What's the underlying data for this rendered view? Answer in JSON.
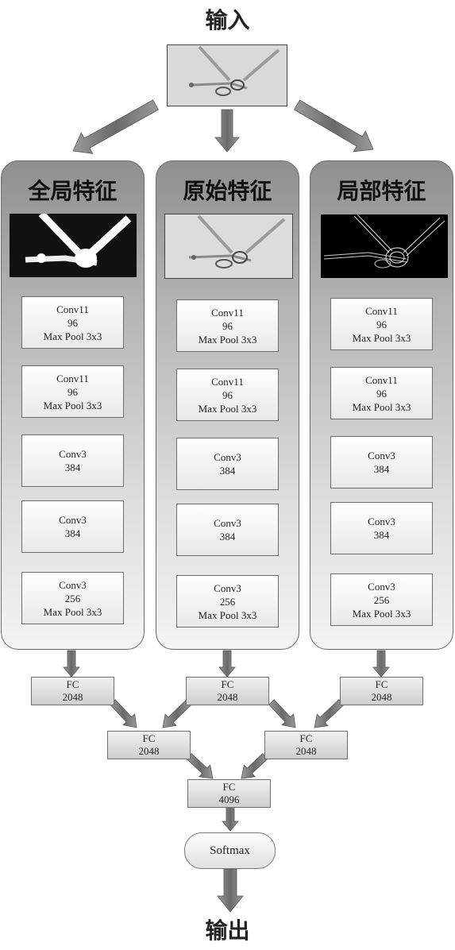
{
  "input_label": "输入",
  "output_label": "输出",
  "branches": [
    {
      "title": "全局特征",
      "image_style": "binary-thick",
      "layers": [
        [
          "Conv11",
          "96",
          "Max Pool 3x3"
        ],
        [
          "Conv11",
          "96",
          "Max Pool 3x3"
        ],
        [
          "Conv3",
          "384"
        ],
        [
          "Conv3",
          "384"
        ],
        [
          "Conv3",
          "256",
          "Max Pool 3x3"
        ]
      ],
      "fc": [
        "FC",
        "2048"
      ]
    },
    {
      "title": "原始特征",
      "image_style": "grayscale",
      "layers": [
        [
          "Conv11",
          "96",
          "Max Pool 3x3"
        ],
        [
          "Conv11",
          "96",
          "Max Pool 3x3"
        ],
        [
          "Conv3",
          "384"
        ],
        [
          "Conv3",
          "384"
        ],
        [
          "Conv3",
          "256",
          "Max Pool 3x3"
        ]
      ],
      "fc": [
        "FC",
        "2048"
      ]
    },
    {
      "title": "局部特征",
      "image_style": "edges",
      "layers": [
        [
          "Conv11",
          "96",
          "Max Pool 3x3"
        ],
        [
          "Conv11",
          "96",
          "Max Pool 3x3"
        ],
        [
          "Conv3",
          "384"
        ],
        [
          "Conv3",
          "384"
        ],
        [
          "Conv3",
          "256",
          "Max Pool 3x3"
        ]
      ],
      "fc": [
        "FC",
        "2048"
      ]
    }
  ],
  "merge_fc": [
    [
      "FC",
      "2048"
    ],
    [
      "FC",
      "2048"
    ]
  ],
  "final_fc": [
    "FC",
    "4096"
  ],
  "softmax_label": "Softmax"
}
